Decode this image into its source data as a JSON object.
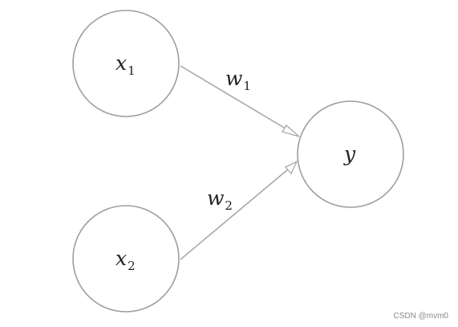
{
  "nodes": {
    "x1": {
      "var": "x",
      "sub": "1"
    },
    "x2": {
      "var": "x",
      "sub": "2"
    },
    "y": {
      "var": "y"
    }
  },
  "edges": {
    "w1": {
      "var": "w",
      "sub": "1"
    },
    "w2": {
      "var": "w",
      "sub": "2"
    }
  },
  "watermark": "CSDN @mvm0",
  "colors": {
    "stroke": "#9e9e9e",
    "text": "#222222"
  }
}
